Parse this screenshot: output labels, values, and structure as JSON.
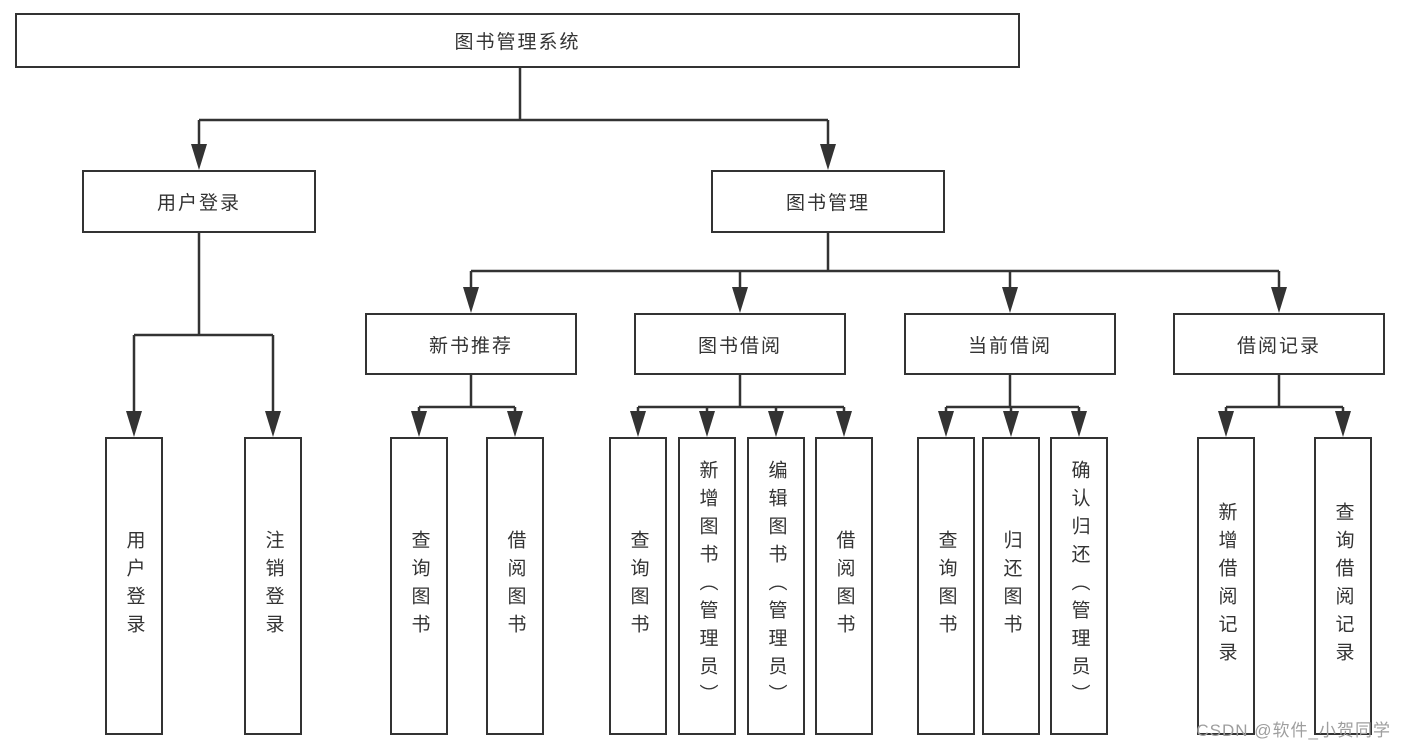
{
  "diagram_title": "图书管理系统",
  "nodes": {
    "root": {
      "label": "图书管理系统"
    },
    "user_login": {
      "label": "用户登录"
    },
    "book_mgmt": {
      "label": "图书管理"
    },
    "new_book_rec": {
      "label": "新书推荐"
    },
    "book_borrow": {
      "label": "图书借阅"
    },
    "current_borrow": {
      "label": "当前借阅"
    },
    "borrow_record": {
      "label": "借阅记录"
    },
    "leaf_user_login": {
      "label": "用户登录"
    },
    "leaf_logout": {
      "label": "注销登录"
    },
    "leaf_query_book_rec": {
      "label": "查询图书"
    },
    "leaf_borrow_book_rec": {
      "label": "借阅图书"
    },
    "leaf_query_book_borrow": {
      "label": "查询图书"
    },
    "leaf_add_book": {
      "label": "新增图书（管理员）"
    },
    "leaf_edit_book": {
      "label": "编辑图书（管理员）"
    },
    "leaf_borrow_book_borrow": {
      "label": "借阅图书"
    },
    "leaf_query_book_current": {
      "label": "查询图书"
    },
    "leaf_return_book": {
      "label": "归还图书"
    },
    "leaf_confirm_return": {
      "label": "确认归还（管理员）"
    },
    "leaf_add_borrow_record": {
      "label": "新增借阅记录"
    },
    "leaf_query_borrow_record": {
      "label": "查询借阅记录"
    }
  },
  "edges": [
    [
      "root",
      "user_login"
    ],
    [
      "root",
      "book_mgmt"
    ],
    [
      "user_login",
      "leaf_user_login"
    ],
    [
      "user_login",
      "leaf_logout"
    ],
    [
      "book_mgmt",
      "new_book_rec"
    ],
    [
      "book_mgmt",
      "book_borrow"
    ],
    [
      "book_mgmt",
      "current_borrow"
    ],
    [
      "book_mgmt",
      "borrow_record"
    ],
    [
      "new_book_rec",
      "leaf_query_book_rec"
    ],
    [
      "new_book_rec",
      "leaf_borrow_book_rec"
    ],
    [
      "book_borrow",
      "leaf_query_book_borrow"
    ],
    [
      "book_borrow",
      "leaf_add_book"
    ],
    [
      "book_borrow",
      "leaf_edit_book"
    ],
    [
      "book_borrow",
      "leaf_borrow_book_borrow"
    ],
    [
      "current_borrow",
      "leaf_query_book_current"
    ],
    [
      "current_borrow",
      "leaf_return_book"
    ],
    [
      "current_borrow",
      "leaf_confirm_return"
    ],
    [
      "borrow_record",
      "leaf_add_borrow_record"
    ],
    [
      "borrow_record",
      "leaf_query_borrow_record"
    ]
  ],
  "watermark": {
    "text": "CSDN @软件_小贺同学"
  },
  "colors": {
    "line": "#333333",
    "border": "#333333",
    "text": "#333333",
    "watermark_text": "#9e9e9e",
    "background": "#ffffff"
  }
}
